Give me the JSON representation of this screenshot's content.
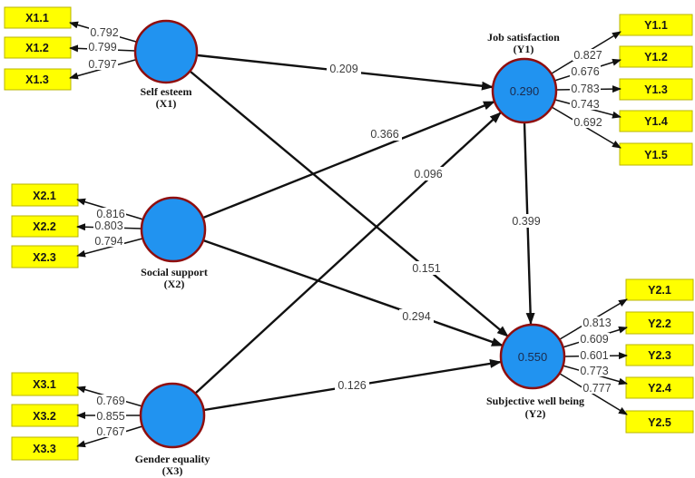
{
  "diagram": {
    "type": "sem-path-model",
    "colors": {
      "latent_fill": "#2193f0",
      "latent_border": "#8f0e0e",
      "indicator_fill": "#ffff00",
      "indicator_border": "#b8b400",
      "line": "#111111",
      "background": "#ffffff"
    },
    "latent": {
      "x1": {
        "name": "Self esteem",
        "code": "(X1)"
      },
      "x2": {
        "name": "Social support",
        "code": "(X2)"
      },
      "x3": {
        "name": "Gender equality",
        "code": "(X3)"
      },
      "y1": {
        "name": "Job satisfaction",
        "code": "(Y1)",
        "r2": "0.290"
      },
      "y2": {
        "name": "Subjective well being",
        "code": "(Y2)",
        "r2": "0.550"
      }
    },
    "indicators": {
      "x1": [
        {
          "label": "X1.1",
          "loading": "0.792"
        },
        {
          "label": "X1.2",
          "loading": "0.799"
        },
        {
          "label": "X1.3",
          "loading": "0.797"
        }
      ],
      "x2": [
        {
          "label": "X2.1",
          "loading": "0.816"
        },
        {
          "label": "X2.2",
          "loading": "0.803"
        },
        {
          "label": "X2.3",
          "loading": "0.794"
        }
      ],
      "x3": [
        {
          "label": "X3.1",
          "loading": "0.769"
        },
        {
          "label": "X3.2",
          "loading": "0.855"
        },
        {
          "label": "X3.3",
          "loading": "0.767"
        }
      ],
      "y1": [
        {
          "label": "Y1.1",
          "loading": "0.827"
        },
        {
          "label": "Y1.2",
          "loading": "0.676"
        },
        {
          "label": "Y1.3",
          "loading": "0.783"
        },
        {
          "label": "Y1.4",
          "loading": "0.743"
        },
        {
          "label": "Y1.5",
          "loading": "0.692"
        }
      ],
      "y2": [
        {
          "label": "Y2.1",
          "loading": "0.813"
        },
        {
          "label": "Y2.2",
          "loading": "0.609"
        },
        {
          "label": "Y2.3",
          "loading": "0.601"
        },
        {
          "label": "Y2.4",
          "loading": "0.773"
        },
        {
          "label": "Y2.5",
          "loading": "0.777"
        }
      ]
    },
    "paths": [
      {
        "from": "X1",
        "to": "Y1",
        "coef": "0.209"
      },
      {
        "from": "X2",
        "to": "Y1",
        "coef": "0.366"
      },
      {
        "from": "X3",
        "to": "Y1",
        "coef": "0.096"
      },
      {
        "from": "X1",
        "to": "Y2",
        "coef": "0.151"
      },
      {
        "from": "X2",
        "to": "Y2",
        "coef": "0.294"
      },
      {
        "from": "X3",
        "to": "Y2",
        "coef": "0.126"
      },
      {
        "from": "Y1",
        "to": "Y2",
        "coef": "0.399"
      }
    ]
  }
}
